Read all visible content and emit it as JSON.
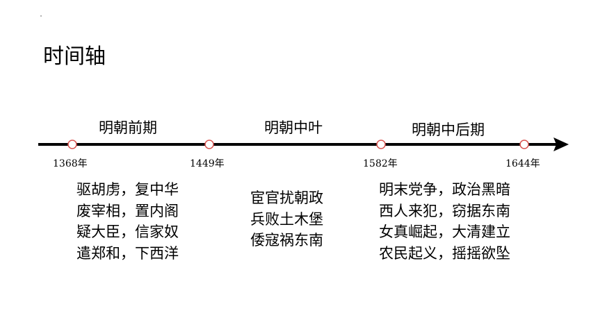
{
  "page": {
    "title": "时间轴"
  },
  "timeline": {
    "axis_color": "#000000",
    "marker_color": "#d9534f",
    "years": [
      "1368年",
      "1449年",
      "1582年",
      "1644年"
    ],
    "periods": [
      "明朝前期",
      "明朝中叶",
      "明朝中后期"
    ]
  },
  "events": {
    "early": [
      "驱胡虏，复中华",
      "废宰相，置内阁",
      "疑大臣，信家奴",
      "遣郑和，下西洋"
    ],
    "middle": [
      "宦官扰朝政",
      "兵败土木堡",
      "倭寇祸东南"
    ],
    "late": [
      "明末党争，政治黑暗",
      "西人来犯，窃据东南",
      "女真崛起，大清建立",
      "农民起义，摇摇欲坠"
    ]
  }
}
